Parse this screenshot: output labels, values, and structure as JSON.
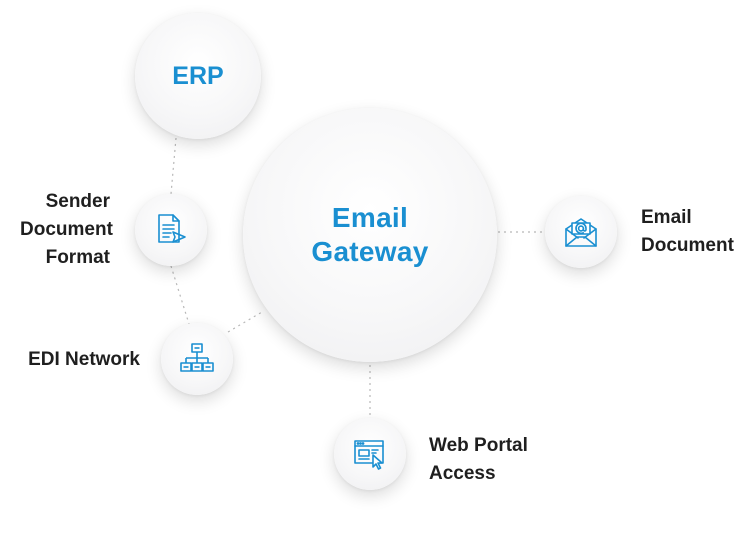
{
  "center": {
    "line1": "Email",
    "line2": "Gateway"
  },
  "erp": {
    "label": "ERP"
  },
  "nodes": {
    "sender": {
      "line1": "Sender",
      "line2": "Document",
      "line3": "Format",
      "icon": "document-send-icon"
    },
    "edi": {
      "label": "EDI Network",
      "icon": "network-hierarchy-icon"
    },
    "email": {
      "line1": "Email",
      "line2": "Document",
      "icon": "email-envelope-icon"
    },
    "webportal": {
      "line1": "Web Portal",
      "line2": "Access",
      "icon": "web-browser-click-icon"
    }
  },
  "colors": {
    "accent": "#1a8fd1",
    "text": "#1f1f1f",
    "connector": "#b8b8b8"
  }
}
